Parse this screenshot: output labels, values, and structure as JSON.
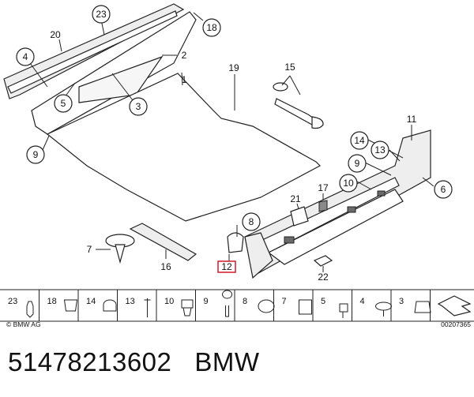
{
  "callouts": {
    "c23": "23",
    "c20": "20",
    "c18": "18",
    "c4": "4",
    "c2": "2",
    "c1": "1",
    "c5": "5",
    "c3": "3",
    "c9a": "9",
    "c19": "19",
    "c15": "15",
    "c11": "11",
    "c14": "14",
    "c13": "13",
    "c9b": "9",
    "c10": "10",
    "c6": "6",
    "c17": "17",
    "c21": "21",
    "c8": "8",
    "c7": "7",
    "c16": "16",
    "c12": "12",
    "c22": "22"
  },
  "legend": {
    "items": [
      "23",
      "18",
      "14",
      "13",
      "10",
      "9",
      "8",
      "7",
      "5",
      "4",
      "3"
    ]
  },
  "footer": {
    "copyright": "© BMW AG",
    "drawing_code": "00207365"
  },
  "title": {
    "part_number": "51478213602",
    "brand": "BMW"
  },
  "colors": {
    "highlight": "#d11a2a"
  }
}
